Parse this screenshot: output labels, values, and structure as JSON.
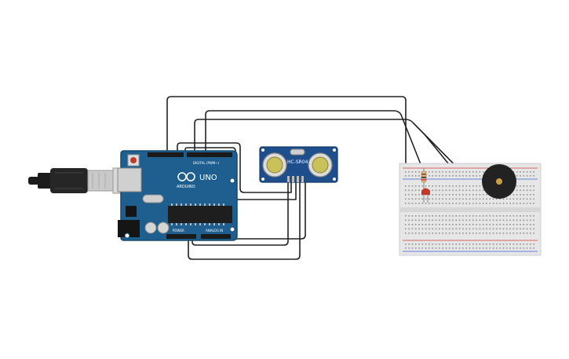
{
  "colors": {
    "board": "#1f5f8f",
    "board_dark": "#174a70",
    "sensor": "#1e4f8c",
    "wire": "#222222",
    "breadboard": "#e6e6e6",
    "rail_red": "#d33a3a",
    "rail_blue": "#3a5fd3",
    "led": "#c0392b",
    "buzzer": "#222222",
    "buzzer_center": "#c8a040",
    "usb_metal": "#c9c9c9",
    "usb_plug": "#1b1b1b"
  },
  "arduino": {
    "brand": "ARDUINO",
    "model": "UNO",
    "digital_label": "DIGITAL (PWM~)",
    "power_label": "POWER",
    "analog_label": "ANALOG IN"
  },
  "sensor": {
    "label": "HC-SR04"
  },
  "icons": {
    "usb": "usb-cable-icon",
    "logo": "infinity-logo-icon"
  }
}
